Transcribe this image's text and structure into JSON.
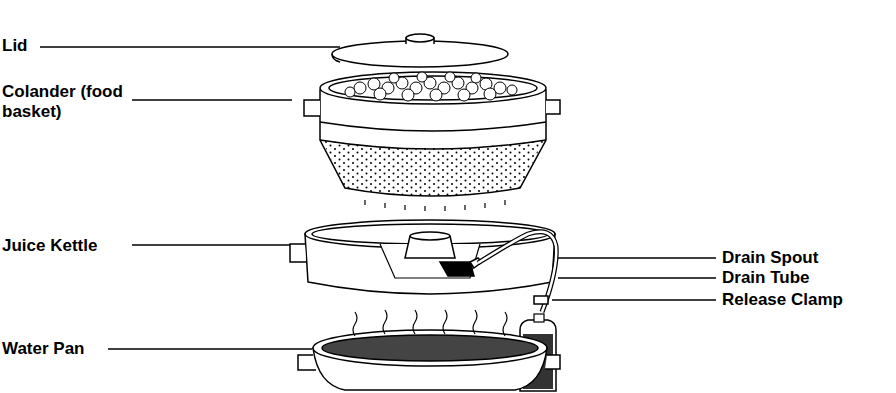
{
  "diagram": {
    "labels": [
      "Lid",
      "Colander (food basket)",
      "Juice Kettle",
      "Water Pan",
      "Drain Spout",
      "Drain Tube",
      "Release Clamp"
    ]
  }
}
